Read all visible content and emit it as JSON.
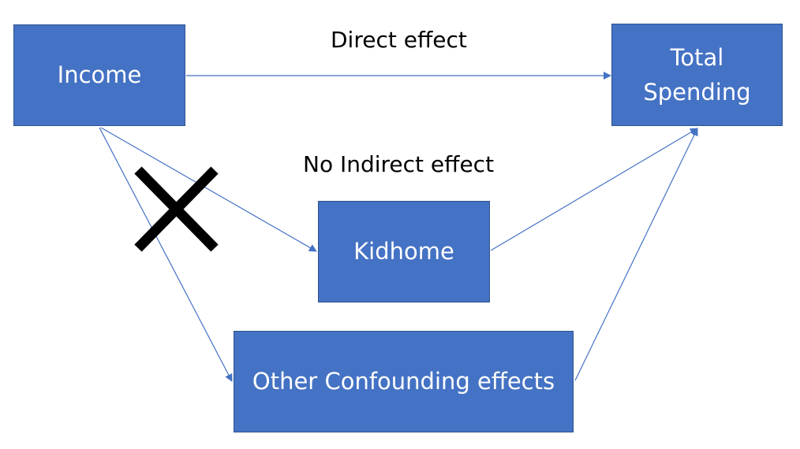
{
  "nodes": {
    "income": "Income",
    "total_spending": [
      "Total",
      "Spending"
    ],
    "kidhome": "Kidhome",
    "other_confounding": "Other Confounding effects"
  },
  "edge_labels": {
    "direct": "Direct effect",
    "indirect": "No Indirect effect"
  },
  "colors": {
    "node_fill": "#4472c4",
    "node_border": "#2f528f",
    "node_text": "#ffffff",
    "edge": "#4472c4",
    "cross_mark": "#000000"
  },
  "icons": {
    "blocked_path": "x-mark-icon"
  }
}
